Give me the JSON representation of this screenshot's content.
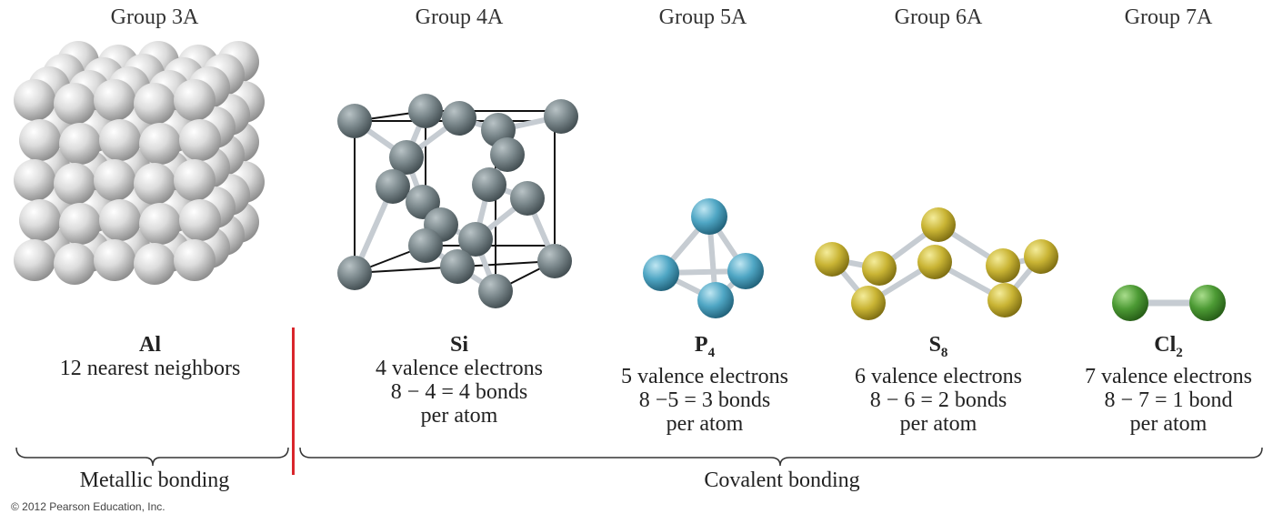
{
  "groups": [
    {
      "title": "Group 3A",
      "formula": "Al",
      "sub": "",
      "lines": [
        "12 nearest neighbors"
      ]
    },
    {
      "title": "Group 4A",
      "formula": "Si",
      "sub": "",
      "lines": [
        "4 valence electrons",
        "8 − 4 = 4 bonds",
        "per atom"
      ]
    },
    {
      "title": "Group 5A",
      "formula": "P",
      "sub": "4",
      "lines": [
        "5 valence electrons",
        "8 −5 = 3 bonds",
        "per atom"
      ]
    },
    {
      "title": "Group 6A",
      "formula": "S",
      "sub": "8",
      "lines": [
        "6 valence electrons",
        "8 − 6 = 2 bonds",
        "per atom"
      ]
    },
    {
      "title": "Group 7A",
      "formula": "Cl",
      "sub": "2",
      "lines": [
        "7 valence electrons",
        "8 − 7 = 1 bond",
        "per atom"
      ]
    }
  ],
  "bonding": {
    "metallic": "Metallic bonding",
    "covalent": "Covalent bonding"
  },
  "copyright": "© 2012 Pearson Education, Inc.",
  "colors": {
    "al": "#d8d8d8",
    "si": "#7d8a8e",
    "p": "#4fa6c4",
    "s": "#c9b434",
    "cl": "#4c9a34",
    "divider": "#d9262c",
    "bond": "#c6ccd2"
  }
}
